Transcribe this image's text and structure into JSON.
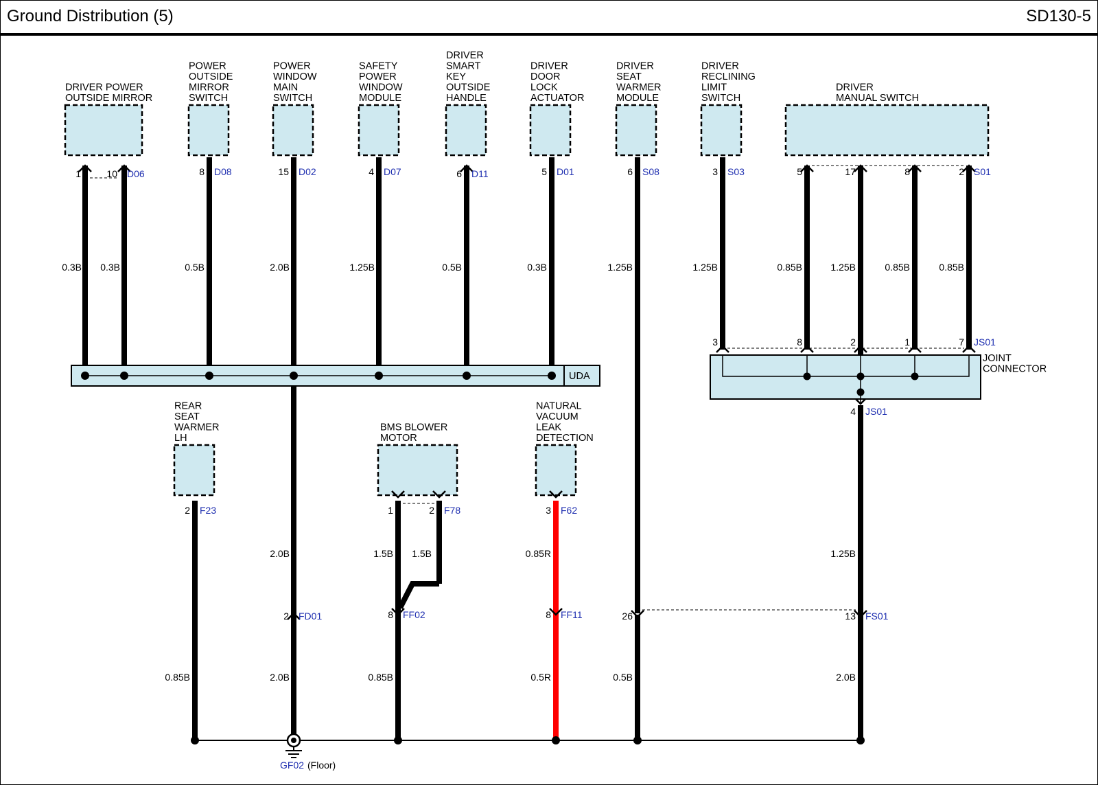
{
  "header": {
    "title": "Ground Distribution (5)",
    "code": "SD130-5"
  },
  "colors": {
    "component_fill": "#cfe9f0",
    "wire_black": "#000000",
    "wire_red": "#ff0000",
    "connector_text": "#1f2fb0"
  },
  "components": [
    {
      "id": "driver-power-outside-mirror",
      "lines": [
        "DRIVER POWER",
        "OUTSIDE MIRROR"
      ]
    },
    {
      "id": "power-outside-mirror-switch",
      "lines": [
        "POWER",
        "OUTSIDE",
        "MIRROR",
        "SWITCH"
      ]
    },
    {
      "id": "power-window-main-switch",
      "lines": [
        "POWER",
        "WINDOW",
        "MAIN",
        "SWITCH"
      ]
    },
    {
      "id": "safety-power-window-module",
      "lines": [
        "SAFETY",
        "POWER",
        "WINDOW",
        "MODULE"
      ]
    },
    {
      "id": "driver-smart-key-outside-handle",
      "lines": [
        "DRIVER",
        "SMART",
        "KEY",
        "OUTSIDE",
        "HANDLE"
      ]
    },
    {
      "id": "driver-door-lock-actuator",
      "lines": [
        "DRIVER",
        "DOOR",
        "LOCK",
        "ACTUATOR"
      ]
    },
    {
      "id": "driver-seat-warmer-module",
      "lines": [
        "DRIVER",
        "SEAT",
        "WARMER",
        "MODULE"
      ]
    },
    {
      "id": "driver-reclining-limit-switch",
      "lines": [
        "DRIVER",
        "RECLINING",
        "LIMIT",
        "SWITCH"
      ]
    },
    {
      "id": "driver-manual-switch",
      "lines": [
        "DRIVER",
        "MANUAL SWITCH"
      ]
    },
    {
      "id": "rear-seat-warmer-lh",
      "lines": [
        "REAR",
        "SEAT",
        "WARMER",
        "LH"
      ]
    },
    {
      "id": "bms-blower-motor",
      "lines": [
        "BMS BLOWER",
        "MOTOR"
      ]
    },
    {
      "id": "natural-vacuum-leak-detection",
      "lines": [
        "NATURAL",
        "VACUUM",
        "LEAK",
        "DETECTION"
      ]
    }
  ],
  "pins": [
    {
      "id": "d06-1",
      "pin": "1",
      "connector": ""
    },
    {
      "id": "d06-10",
      "pin": "10",
      "connector": "D06"
    },
    {
      "id": "d08-8",
      "pin": "8",
      "connector": "D08"
    },
    {
      "id": "d02-15",
      "pin": "15",
      "connector": "D02"
    },
    {
      "id": "d07-4",
      "pin": "4",
      "connector": "D07"
    },
    {
      "id": "d11-6",
      "pin": "6",
      "connector": "D11"
    },
    {
      "id": "d01-5",
      "pin": "5",
      "connector": "D01"
    },
    {
      "id": "s08-6",
      "pin": "6",
      "connector": "S08"
    },
    {
      "id": "s03-3",
      "pin": "3",
      "connector": "S03"
    },
    {
      "id": "s01-5",
      "pin": "5",
      "connector": ""
    },
    {
      "id": "s01-17",
      "pin": "17",
      "connector": ""
    },
    {
      "id": "s01-8",
      "pin": "8",
      "connector": ""
    },
    {
      "id": "s01-2",
      "pin": "2",
      "connector": "S01"
    },
    {
      "id": "js01-3",
      "pin": "3",
      "connector": ""
    },
    {
      "id": "js01-8",
      "pin": "8",
      "connector": ""
    },
    {
      "id": "js01-2",
      "pin": "2",
      "connector": ""
    },
    {
      "id": "js01-1",
      "pin": "1",
      "connector": ""
    },
    {
      "id": "js01-7",
      "pin": "7",
      "connector": "JS01"
    },
    {
      "id": "js01-4",
      "pin": "4",
      "connector": "JS01"
    },
    {
      "id": "f23-2",
      "pin": "2",
      "connector": "F23"
    },
    {
      "id": "f78-1",
      "pin": "1",
      "connector": ""
    },
    {
      "id": "f78-2",
      "pin": "2",
      "connector": "F78"
    },
    {
      "id": "f62-3",
      "pin": "3",
      "connector": "F62"
    },
    {
      "id": "fd01-2",
      "pin": "2",
      "connector": "FD01"
    },
    {
      "id": "ff02-8",
      "pin": "8",
      "connector": "FF02"
    },
    {
      "id": "ff11-8",
      "pin": "8",
      "connector": "FF11"
    },
    {
      "id": "fs01-26",
      "pin": "26",
      "connector": ""
    },
    {
      "id": "fs01-13",
      "pin": "13",
      "connector": "FS01"
    }
  ],
  "wire_labels": [
    {
      "id": "w1",
      "text": "0.3B"
    },
    {
      "id": "w2",
      "text": "0.3B"
    },
    {
      "id": "w3",
      "text": "0.5B"
    },
    {
      "id": "w4",
      "text": "2.0B"
    },
    {
      "id": "w5",
      "text": "1.25B"
    },
    {
      "id": "w6",
      "text": "0.5B"
    },
    {
      "id": "w7",
      "text": "0.3B"
    },
    {
      "id": "w8",
      "text": "1.25B"
    },
    {
      "id": "w9",
      "text": "1.25B"
    },
    {
      "id": "w10",
      "text": "0.85B"
    },
    {
      "id": "w11",
      "text": "1.25B"
    },
    {
      "id": "w12",
      "text": "0.85B"
    },
    {
      "id": "w13",
      "text": "0.85B"
    },
    {
      "id": "w14",
      "text": "2.0B"
    },
    {
      "id": "w15",
      "text": "1.5B"
    },
    {
      "id": "w16",
      "text": "1.5B"
    },
    {
      "id": "w17",
      "text": "0.85R"
    },
    {
      "id": "w18",
      "text": "1.25B"
    },
    {
      "id": "w19",
      "text": "0.85B"
    },
    {
      "id": "w20",
      "text": "2.0B"
    },
    {
      "id": "w21",
      "text": "0.85B"
    },
    {
      "id": "w22",
      "text": "0.5R"
    },
    {
      "id": "w23",
      "text": "0.5B"
    },
    {
      "id": "w24",
      "text": "2.0B"
    }
  ],
  "splices": {
    "uda": "UDA",
    "joint_connector": [
      "JOINT",
      "CONNECTOR"
    ]
  },
  "ground": {
    "id": "GF02",
    "location": "(Floor)"
  }
}
